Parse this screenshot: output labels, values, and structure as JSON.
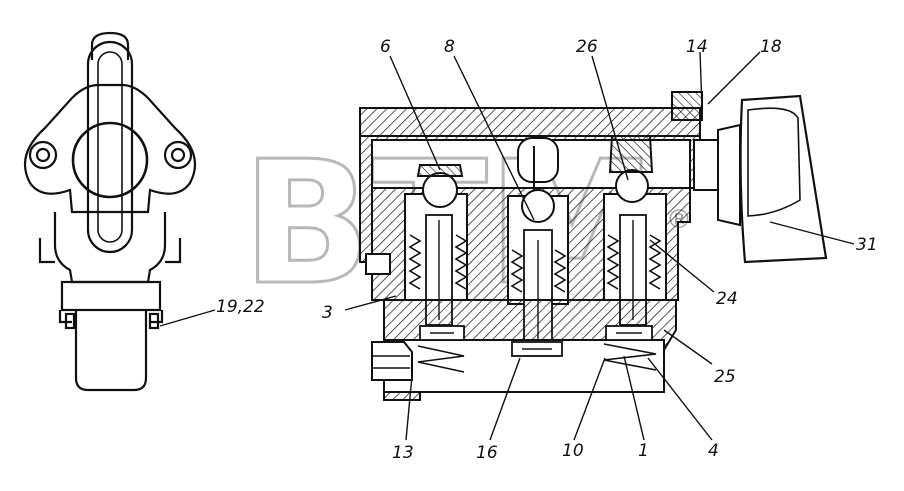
{
  "watermark": {
    "text": "BTM",
    "registered_mark": "®"
  },
  "callouts": [
    {
      "id": "c6",
      "label": "6"
    },
    {
      "id": "c8",
      "label": "8"
    },
    {
      "id": "c26",
      "label": "26"
    },
    {
      "id": "c14",
      "label": "14"
    },
    {
      "id": "c18",
      "label": "18"
    },
    {
      "id": "c31",
      "label": "31"
    },
    {
      "id": "c24",
      "label": "24"
    },
    {
      "id": "c25",
      "label": "25"
    },
    {
      "id": "c3",
      "label": "3"
    },
    {
      "id": "c1922",
      "label": "19,22"
    },
    {
      "id": "c13",
      "label": "13"
    },
    {
      "id": "c16",
      "label": "16"
    },
    {
      "id": "c10",
      "label": "10"
    },
    {
      "id": "c1",
      "label": "1"
    },
    {
      "id": "c4",
      "label": "4"
    }
  ]
}
